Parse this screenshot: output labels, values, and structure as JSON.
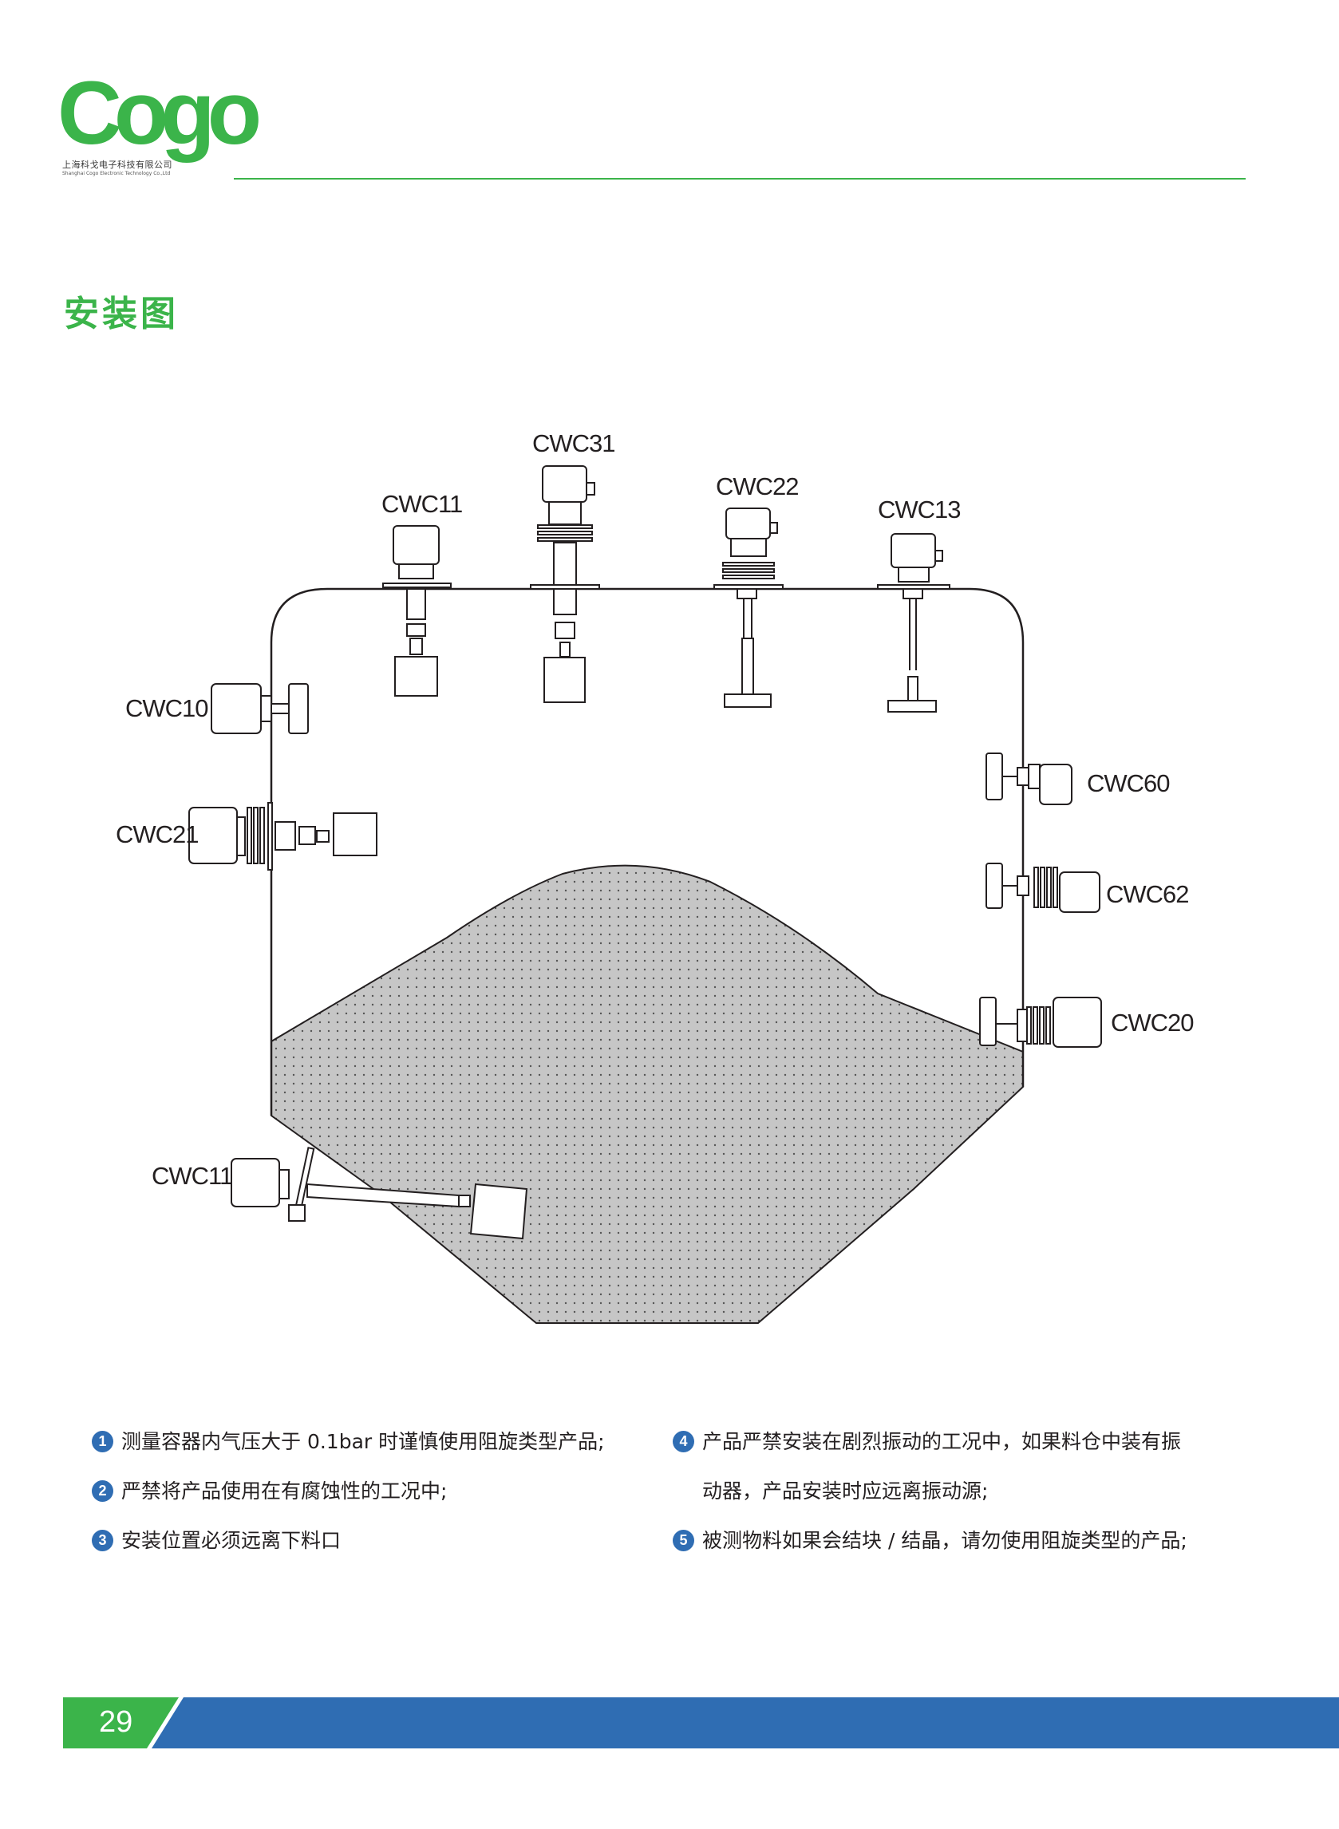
{
  "logo": {
    "text": "Cogo",
    "company_cn": "上海科戈电子科技有限公司",
    "company_en": "Shanghai Cogo Electronic Technology Co.,Ltd",
    "brand_color": "#3bb44a"
  },
  "section_title": "安装图",
  "diagram": {
    "labels": {
      "top_1": "CWC11",
      "top_2": "CWC31",
      "top_3": "CWC22",
      "top_4": "CWC13",
      "left_1": "CWC10",
      "left_2": "CWC21",
      "right_1": "CWC60",
      "right_2": "CWC62",
      "right_3": "CWC20",
      "bottom": "CWC11"
    },
    "material_fill": "#c4c4c4"
  },
  "notes": [
    {
      "num": "1",
      "text": "测量容器内气压大于 0.1bar 时谨慎使用阻旋类型产品;"
    },
    {
      "num": "2",
      "text": "严禁将产品使用在有腐蚀性的工况中;"
    },
    {
      "num": "3",
      "text": "安装位置必须远离下料口"
    },
    {
      "num": "4",
      "text": "产品严禁安装在剧烈振动的工况中，如果料仓中装有振",
      "continuation": "动器，产品安装时应远离振动源;"
    },
    {
      "num": "5",
      "text": "被测物料如果会结块 / 结晶，请勿使用阻旋类型的产品;"
    }
  ],
  "footer": {
    "page_number": "29",
    "green": "#3bb44a",
    "blue": "#2f6db3"
  }
}
